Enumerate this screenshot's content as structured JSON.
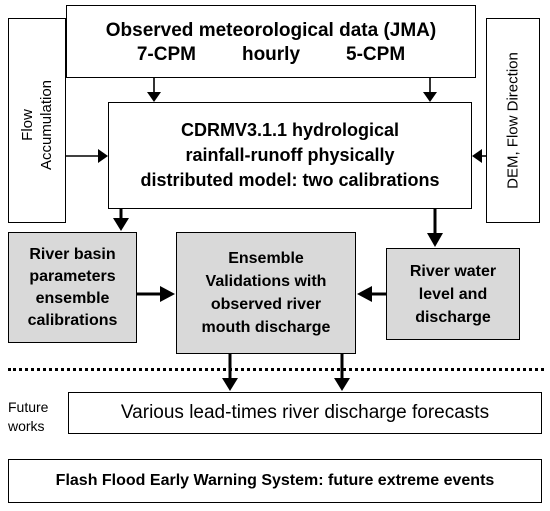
{
  "observed": {
    "title": "Observed meteorological data (JMA)",
    "items": [
      "7-CPM",
      "hourly",
      "5-CPM"
    ]
  },
  "flow_accumulation": {
    "line1": "Flow",
    "line2": "Accumulation"
  },
  "dem": {
    "label": "DEM, Flow Direction"
  },
  "model": {
    "lines": [
      "CDRMV3.1.1 hydrological",
      "rainfall-runoff physically",
      "distributed model: two calibrations"
    ]
  },
  "basin": {
    "lines": [
      "River basin",
      "parameters",
      "ensemble",
      "calibrations"
    ]
  },
  "ensemble": {
    "lines": [
      "Ensemble",
      "Validations with",
      "observed river",
      "mouth discharge"
    ]
  },
  "water_level": {
    "lines": [
      "River water",
      "level and",
      "discharge"
    ]
  },
  "future_works": {
    "line1": "Future",
    "line2": "works"
  },
  "forecasts": {
    "label": "Various lead-times river discharge forecasts"
  },
  "warning": {
    "label": "Flash Flood Early Warning System: future extreme events"
  }
}
